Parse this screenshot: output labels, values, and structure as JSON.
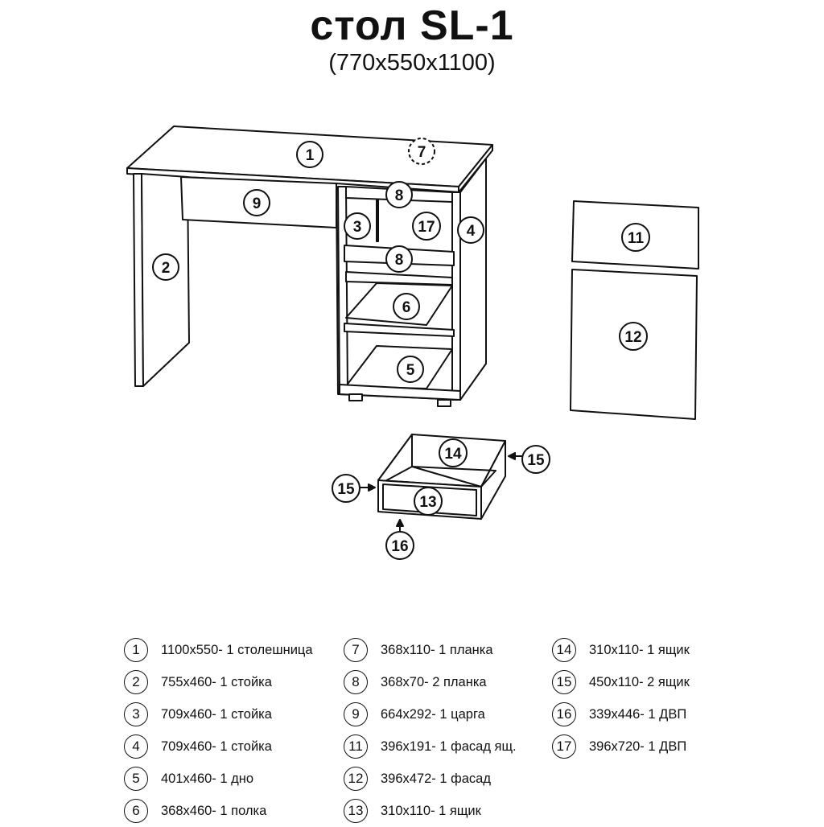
{
  "header": {
    "title": "стол SL-1",
    "subtitle": "(770x550x1100)"
  },
  "diagram_labels": [
    {
      "id": "callout-1",
      "text": "1"
    },
    {
      "id": "callout-7",
      "text": "7"
    },
    {
      "id": "callout-8a",
      "text": "8"
    },
    {
      "id": "callout-9",
      "text": "9"
    },
    {
      "id": "callout-3",
      "text": "3"
    },
    {
      "id": "callout-17",
      "text": "17"
    },
    {
      "id": "callout-4",
      "text": "4"
    },
    {
      "id": "callout-2",
      "text": "2"
    },
    {
      "id": "callout-8b",
      "text": "8"
    },
    {
      "id": "callout-6",
      "text": "6"
    },
    {
      "id": "callout-5",
      "text": "5"
    },
    {
      "id": "callout-11",
      "text": "11"
    },
    {
      "id": "callout-12",
      "text": "12"
    },
    {
      "id": "callout-14",
      "text": "14"
    },
    {
      "id": "callout-15a",
      "text": "15"
    },
    {
      "id": "callout-15b",
      "text": "15"
    },
    {
      "id": "callout-13",
      "text": "13"
    },
    {
      "id": "callout-16",
      "text": "16"
    }
  ],
  "legend": {
    "columns": [
      [
        {
          "num": "1",
          "text": "1100x550- 1 столешница"
        },
        {
          "num": "2",
          "text": "755x460- 1 стойка"
        },
        {
          "num": "3",
          "text": "709x460- 1 стойка"
        },
        {
          "num": "4",
          "text": "709x460- 1 стойка"
        },
        {
          "num": "5",
          "text": "401x460- 1 дно"
        },
        {
          "num": "6",
          "text": "368x460- 1 полка"
        }
      ],
      [
        {
          "num": "7",
          "text": "368x110- 1 планка"
        },
        {
          "num": "8",
          "text": "368x70- 2 планка"
        },
        {
          "num": "9",
          "text": "664x292- 1 царга"
        },
        {
          "num": "11",
          "text": "396x191- 1 фасад ящ."
        },
        {
          "num": "12",
          "text": "396x472- 1 фасад"
        },
        {
          "num": "13",
          "text": "310x110- 1 ящик"
        }
      ],
      [
        {
          "num": "14",
          "text": "310x110- 1 ящик"
        },
        {
          "num": "15",
          "text": "450x110- 2 ящик"
        },
        {
          "num": "16",
          "text": "339x446- 1 ДВП"
        },
        {
          "num": "17",
          "text": "396x720- 1 ДВП"
        }
      ]
    ]
  }
}
